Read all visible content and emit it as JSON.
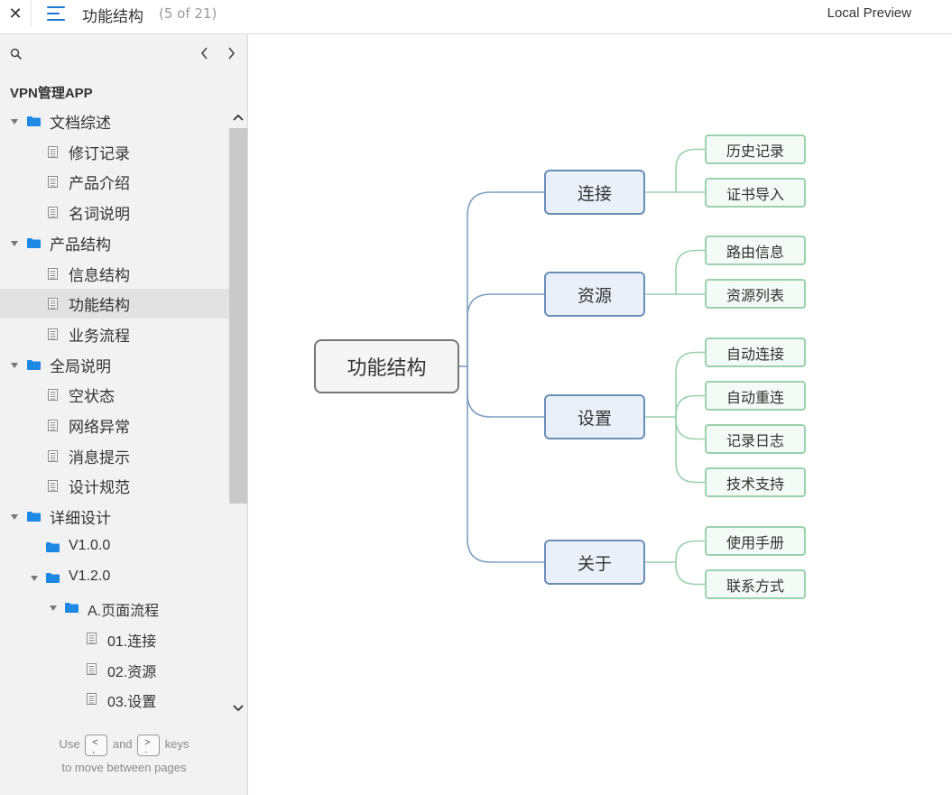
{
  "topbar": {
    "close_glyph": "✕",
    "title": "功能结构",
    "page_count": "(5 of 21)",
    "preview_label": "Local Preview"
  },
  "sidebar": {
    "project_title": "VPN管理APP",
    "tree": [
      {
        "label": "文档综述",
        "type": "folder",
        "depth": 0,
        "expanded": true
      },
      {
        "label": "修订记录",
        "type": "page",
        "depth": 1
      },
      {
        "label": "产品介绍",
        "type": "page",
        "depth": 1
      },
      {
        "label": "名词说明",
        "type": "page",
        "depth": 1
      },
      {
        "label": "产品结构",
        "type": "folder",
        "depth": 0,
        "expanded": true
      },
      {
        "label": "信息结构",
        "type": "page",
        "depth": 1
      },
      {
        "label": "功能结构",
        "type": "page",
        "depth": 1,
        "selected": true
      },
      {
        "label": "业务流程",
        "type": "page",
        "depth": 1
      },
      {
        "label": "全局说明",
        "type": "folder",
        "depth": 0,
        "expanded": true
      },
      {
        "label": "空状态",
        "type": "page",
        "depth": 1
      },
      {
        "label": "网络异常",
        "type": "page",
        "depth": 1
      },
      {
        "label": "消息提示",
        "type": "page",
        "depth": 1
      },
      {
        "label": "设计规范",
        "type": "page",
        "depth": 1
      },
      {
        "label": "详细设计",
        "type": "folder",
        "depth": 0,
        "expanded": true
      },
      {
        "label": "V1.0.0",
        "type": "folder",
        "depth": 1,
        "expanded": false
      },
      {
        "label": "V1.2.0",
        "type": "folder",
        "depth": 1,
        "expanded": true
      },
      {
        "label": "A.页面流程",
        "type": "folder",
        "depth": 2,
        "expanded": true
      },
      {
        "label": "01.连接",
        "type": "page",
        "depth": 3
      },
      {
        "label": "02.资源",
        "type": "page",
        "depth": 3
      },
      {
        "label": "03.设置",
        "type": "page",
        "depth": 3
      }
    ],
    "hint": {
      "use": "Use",
      "key_prev_top": "<",
      "key_prev_bottom": ",",
      "and": "and",
      "key_next_top": ">",
      "key_next_bottom": ".",
      "keys": "keys",
      "line2": "to move between pages"
    }
  },
  "mindmap": {
    "root": "功能结构",
    "branches": [
      {
        "label": "连接",
        "children": [
          "历史记录",
          "证书导入"
        ]
      },
      {
        "label": "资源",
        "children": [
          "路由信息",
          "资源列表"
        ]
      },
      {
        "label": "设置",
        "children": [
          "自动连接",
          "自动重连",
          "记录日志",
          "技术支持"
        ]
      },
      {
        "label": "关于",
        "children": [
          "使用手册",
          "联系方式"
        ]
      }
    ]
  },
  "colors": {
    "accent": "#1976d2",
    "folder": "#1e88e5",
    "branch_line": "#7f9fc0",
    "leaf_line": "#9bd1ad"
  }
}
